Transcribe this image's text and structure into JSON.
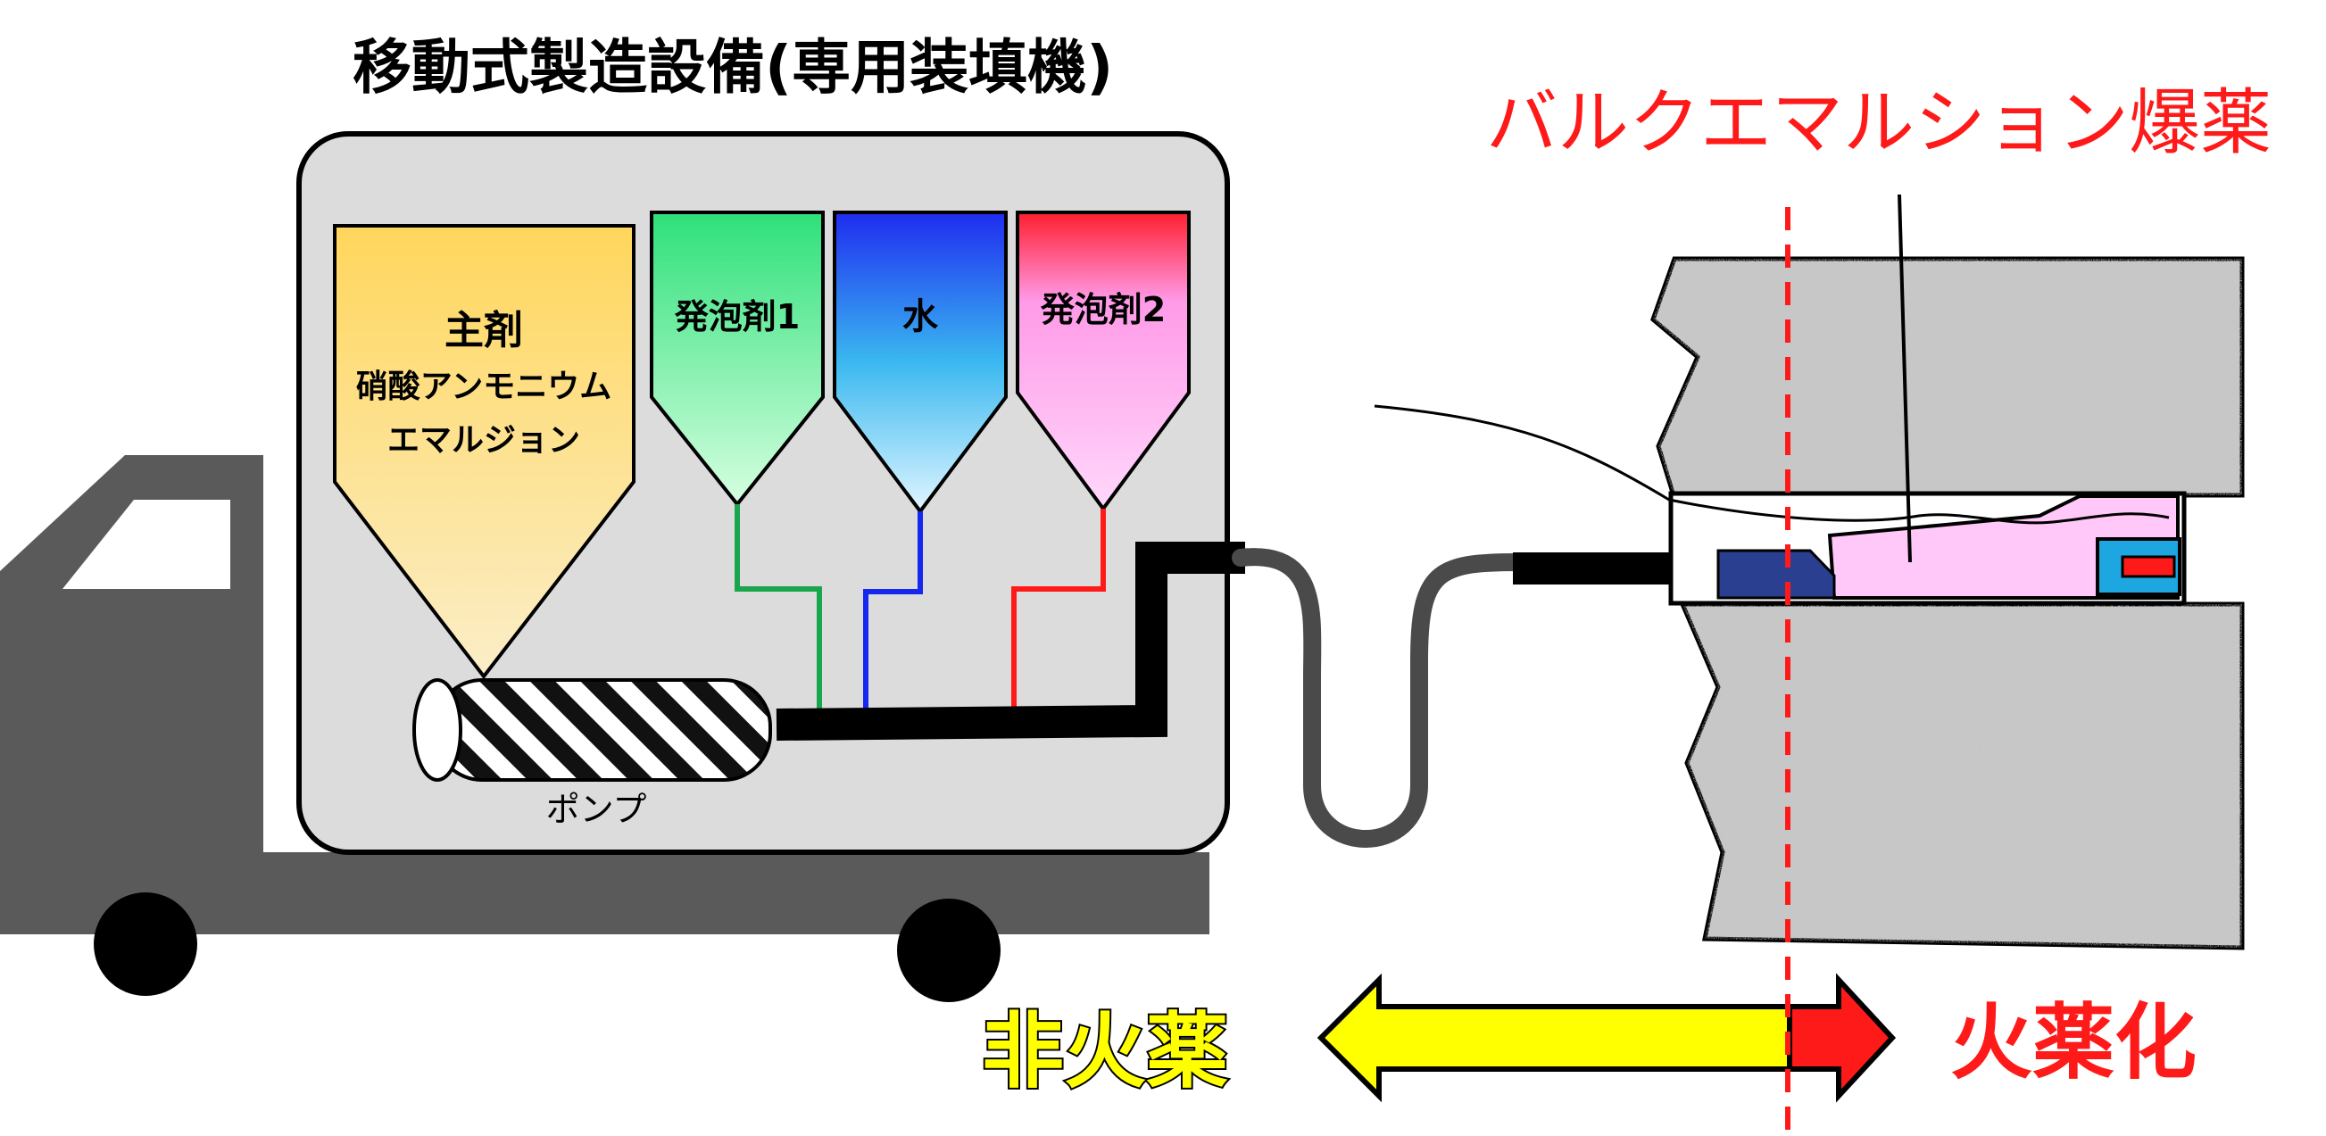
{
  "truck_title": "移動式製造設備(専用装填機)",
  "product_label": "バルクエマルション爆薬",
  "tanks": {
    "main_line1": "主剤",
    "main_line2": "硝酸アンモニウム",
    "main_line3": "エマルジョン",
    "foam1": "発泡剤1",
    "water": "水",
    "foam2": "発泡剤2"
  },
  "pump_label": "ポンプ",
  "legend": {
    "non_explosive": "非火薬",
    "explosive": "火薬化"
  },
  "colors": {
    "truck": "#5a5a5a",
    "panel": "#dcdcdc",
    "main_tank": "#f8d97a",
    "foam1_tank": "#4ee08a",
    "water_tank": "#2f7ee8",
    "foam2_tank": "#f88ef0",
    "red": "#ff1a1a",
    "yellow": "#ffff00"
  }
}
